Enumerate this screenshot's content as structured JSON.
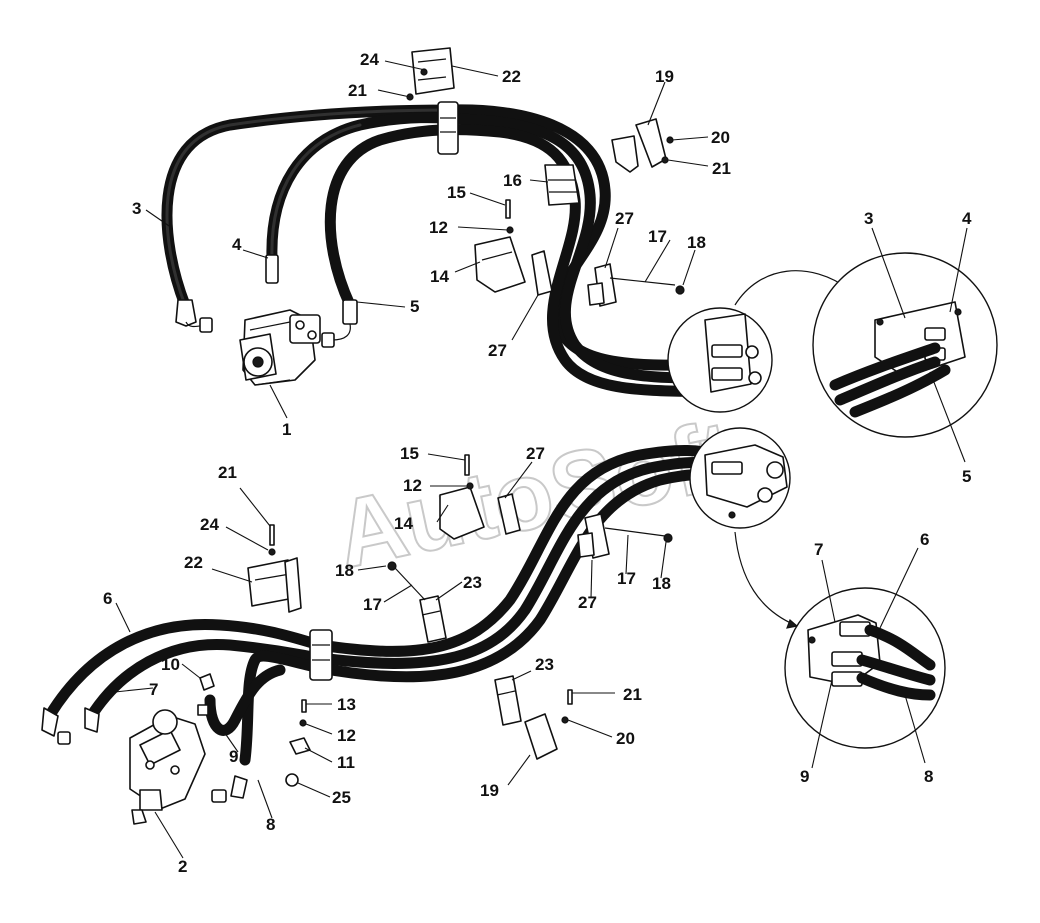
{
  "watermark": "AutoSoft",
  "callouts": {
    "top_assembly": {
      "p24": "24",
      "p22": "22",
      "p21a": "21",
      "p19": "19",
      "p20": "20",
      "p21b": "21",
      "p16": "16",
      "p15": "15",
      "p12": "12",
      "p14": "14",
      "p27a": "27",
      "p27b": "27",
      "p17": "17",
      "p18": "18",
      "p3": "3",
      "p4": "4",
      "p5": "5",
      "p1": "1"
    },
    "top_detail": {
      "d3": "3",
      "d4": "4",
      "d5": "5"
    },
    "bottom_assembly": {
      "p15": "15",
      "p27a": "27",
      "p12": "12",
      "p14": "14",
      "p21a": "21",
      "p24": "24",
      "p22": "22",
      "p18a": "18",
      "p17a": "17",
      "p23a": "23",
      "p27b": "27",
      "p17b": "17",
      "p18b": "18",
      "p6": "6",
      "p10": "10",
      "p7": "7",
      "p13": "13",
      "p12b": "12",
      "p11": "11",
      "p9": "9",
      "p25": "25",
      "p8": "8",
      "p2": "2",
      "p23b": "23",
      "p21b": "21",
      "p20": "20",
      "p19": "19"
    },
    "bottom_detail": {
      "d7": "7",
      "d6": "6",
      "d9": "9",
      "d8": "8"
    }
  }
}
